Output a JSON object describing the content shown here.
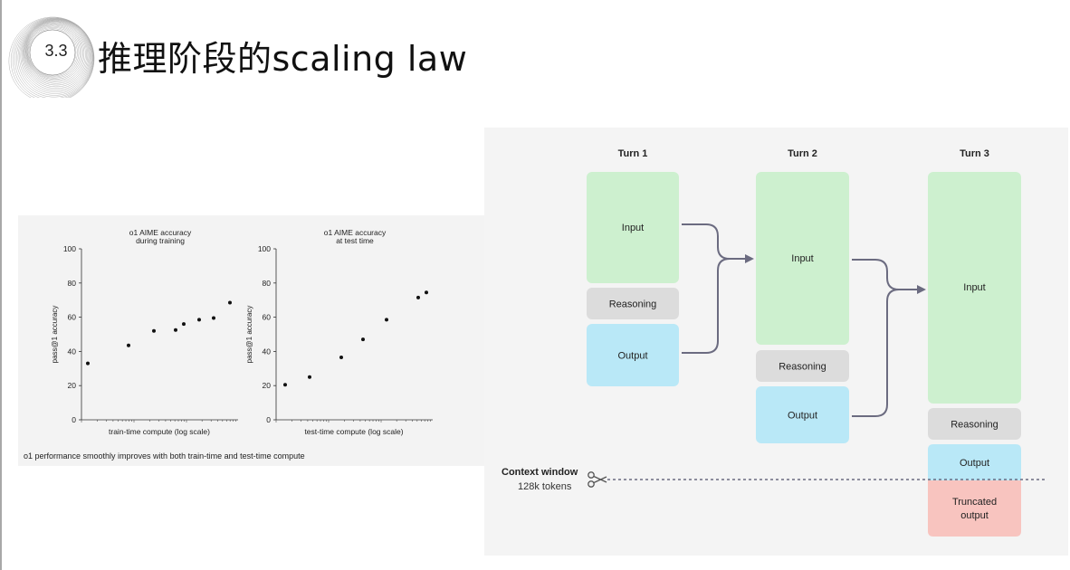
{
  "header": {
    "section_number": "3.3",
    "title": "推理阶段的scaling law"
  },
  "left_figure": {
    "caption": "o1 performance smoothly improves with both train-time and test-time compute",
    "ylabel": "pass@1 accuracy",
    "y_ticks": [
      "0",
      "20",
      "40",
      "60",
      "80",
      "100"
    ]
  },
  "chart_data": [
    {
      "type": "scatter",
      "title": "o1 AIME accuracy during training",
      "title_lines": [
        "o1 AIME accuracy",
        "during training"
      ],
      "xlabel": "train-time compute (log scale)",
      "ylabel": "pass@1 accuracy",
      "ylim": [
        0,
        100
      ],
      "x_scale": "log",
      "y": [
        33,
        43.5,
        52,
        52.5,
        56,
        58.5,
        59.5,
        68.5
      ]
    },
    {
      "type": "scatter",
      "title": "o1 AIME accuracy at test time",
      "title_lines": [
        "o1 AIME accuracy",
        "at test time"
      ],
      "xlabel": "test-time compute (log scale)",
      "ylabel": "pass@1 accuracy",
      "ylim": [
        0,
        100
      ],
      "x_scale": "log",
      "y": [
        20.5,
        25,
        36.5,
        47,
        58.5,
        71.5,
        74.5
      ]
    }
  ],
  "context_diagram": {
    "turns": [
      {
        "label": "Turn 1",
        "blocks": [
          "Input",
          "Reasoning",
          "Output"
        ]
      },
      {
        "label": "Turn 2",
        "blocks": [
          "Input",
          "Reasoning",
          "Output"
        ]
      },
      {
        "label": "Turn 3",
        "blocks": [
          "Input",
          "Reasoning",
          "Output",
          "Truncated output"
        ]
      }
    ],
    "context_window_label": "Context window",
    "context_window_tokens": "128k tokens",
    "colors": {
      "input": "#cdf0cf",
      "reasoning": "#dcdcdc",
      "output": "#b9e8f7",
      "truncated": "#f8c4bf",
      "arrow": "#6b6b80"
    }
  }
}
